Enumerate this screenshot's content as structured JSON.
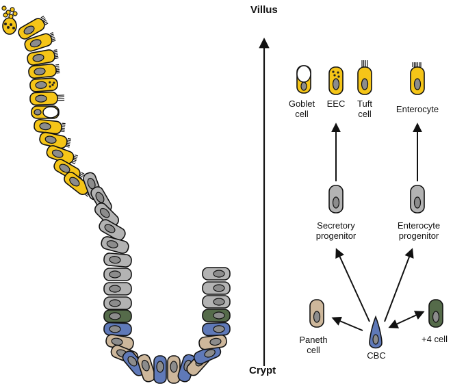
{
  "axis": {
    "top_label": "Villus",
    "bottom_label": "Crypt"
  },
  "colors": {
    "mature_yellow": "#F5C518",
    "progenitor_grey": "#B3B3B3",
    "nucleus_grey": "#8C8C8C",
    "paneth_tan": "#CDB79B",
    "cbc_blue": "#5F79B8",
    "plus4_green": "#556B4A",
    "goblet_white": "#FFFFFF",
    "outline": "#111111"
  },
  "cells": {
    "goblet": "Goblet\ncell",
    "eec": "EEC",
    "tuft": "Tuft\ncell",
    "enterocyte": "Enterocyte",
    "secretory_progenitor": "Secretory\nprogenitor",
    "enterocyte_progenitor": "Enterocyte\nprogenitor",
    "paneth": "Paneth\ncell",
    "cbc": "CBC",
    "plus4": "+4 cell"
  }
}
